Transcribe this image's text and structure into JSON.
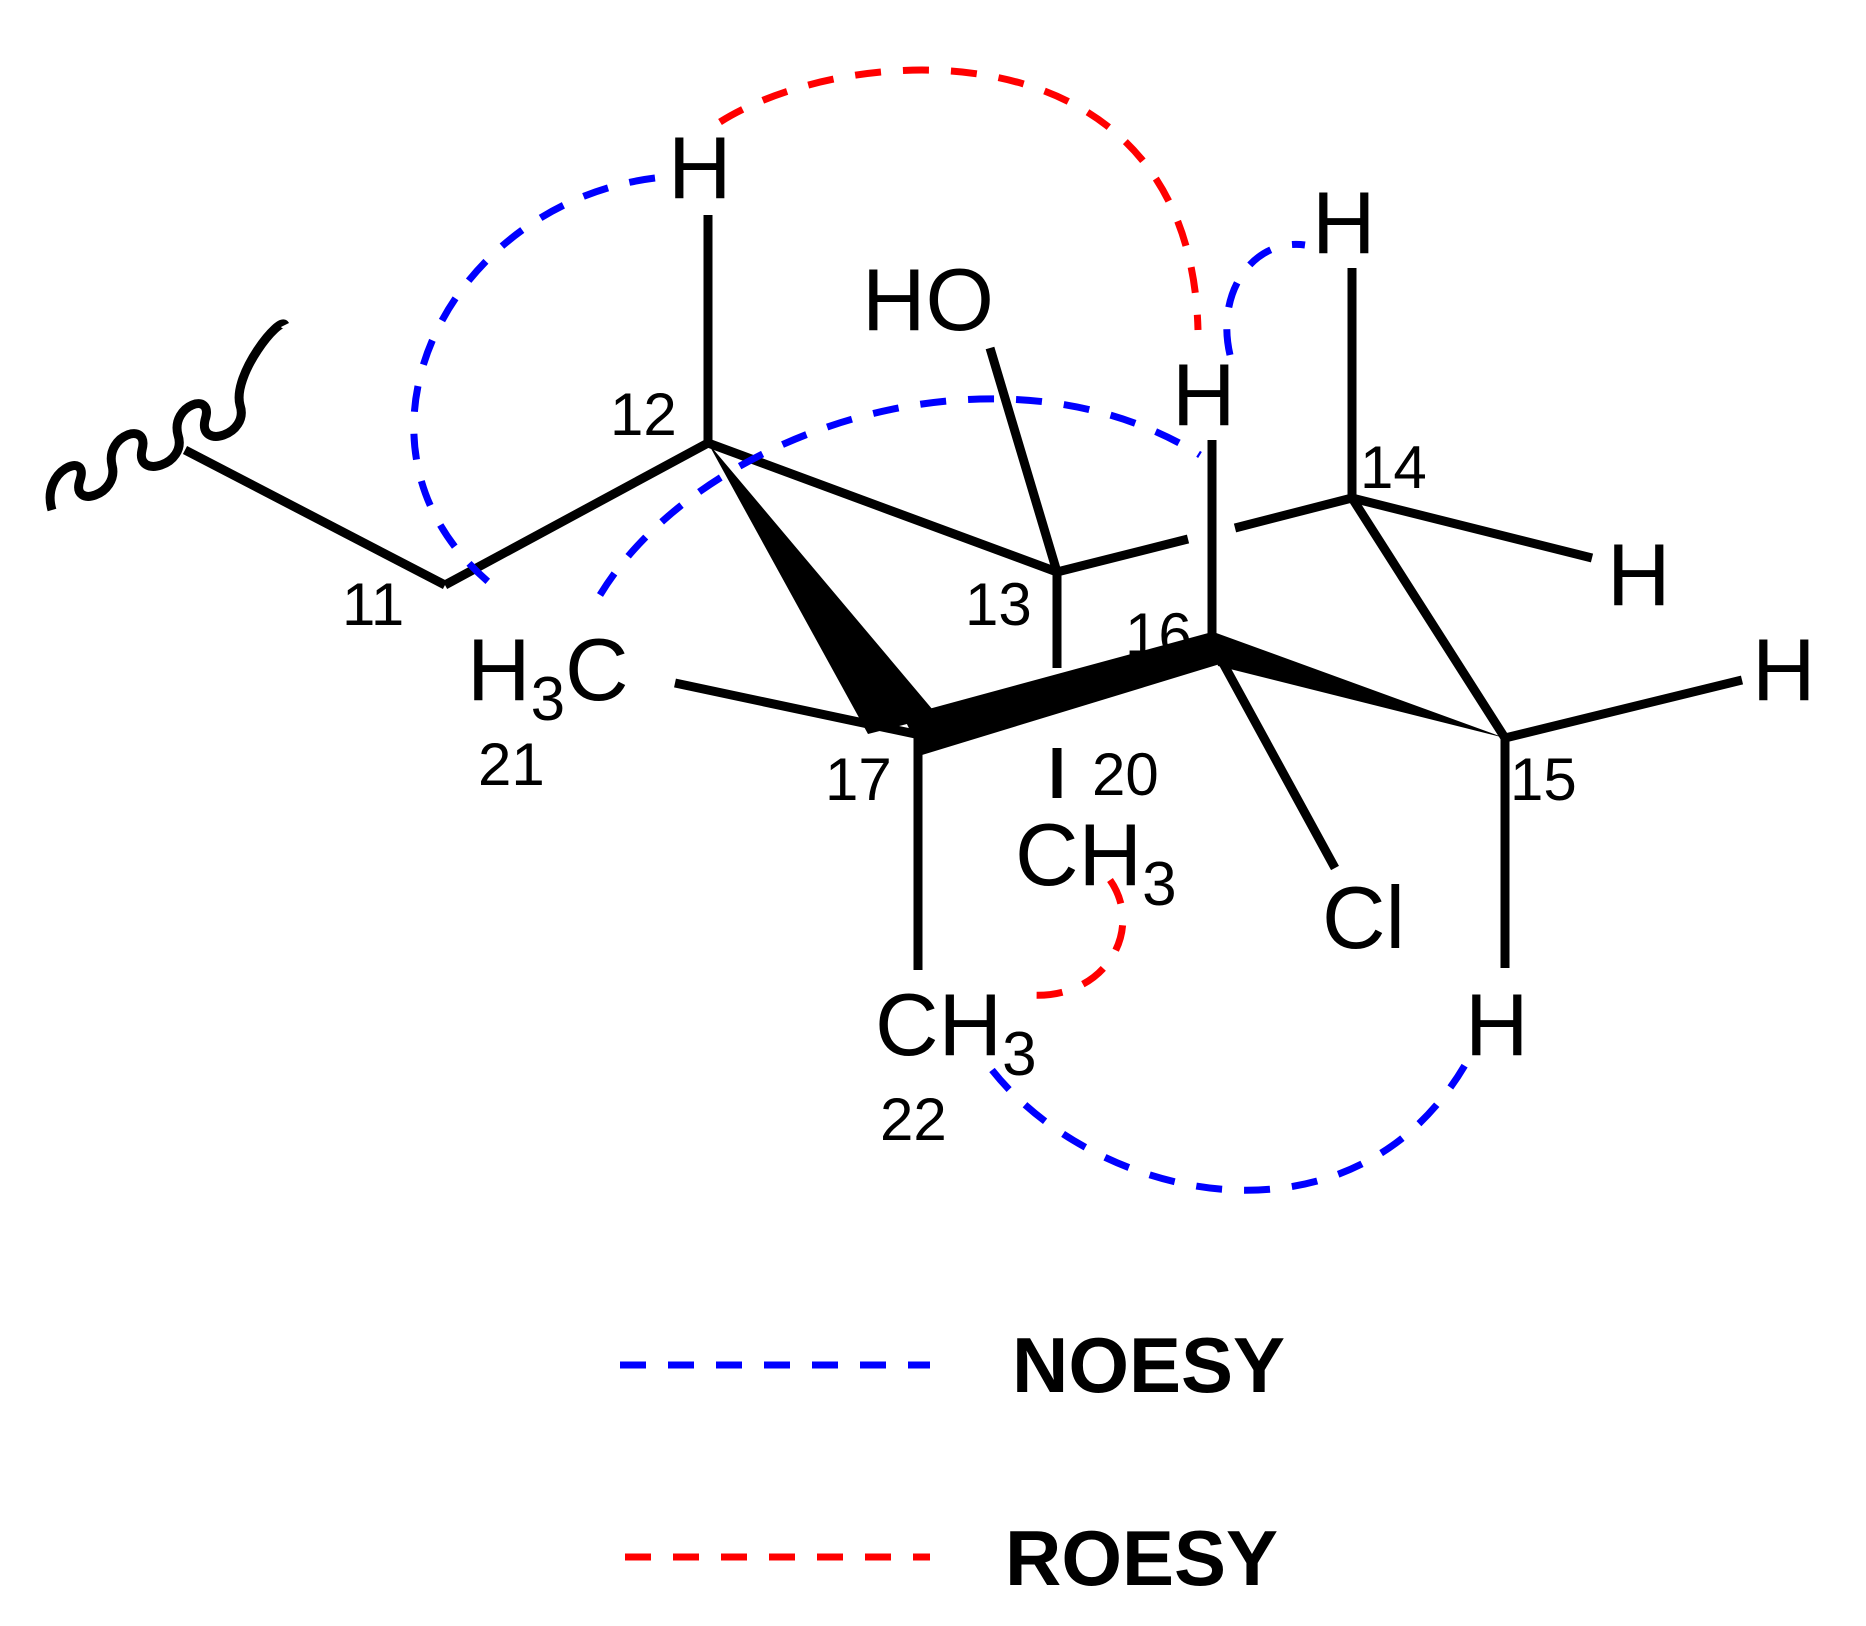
{
  "atoms": {
    "h_c12": "H",
    "h_c13_top": "H",
    "h_c13_mid": "H",
    "h_c14_right": "H",
    "h_c15_right": "H",
    "h_c15_bottom": "H",
    "oh": "HO",
    "cl": "Cl"
  },
  "groups": {
    "c21": {
      "h": "H",
      "sub": "3",
      "c": "C"
    },
    "c20": {
      "c": "CH",
      "sub": "3"
    },
    "c22": {
      "c": "CH",
      "sub": "3"
    }
  },
  "numbers": {
    "n11": "11",
    "n12": "12",
    "n13": "13",
    "n14": "14",
    "n15": "15",
    "n16": "16",
    "n17": "17",
    "n20": "20",
    "n21": "21",
    "n22": "22"
  },
  "legend": {
    "items": [
      {
        "label": "NOESY",
        "color": "#0000ff"
      },
      {
        "label": "ROESY",
        "color": "#ff0000"
      }
    ]
  },
  "colors": {
    "noesy": "#0000ff",
    "roesy": "#ff0000",
    "bond": "#000000"
  },
  "correlations": {
    "noesy": [
      "H-12 / H3-21",
      "H-12 / H-16",
      "H-16 / H-14",
      "H3-22 / H-15"
    ],
    "roesy": [
      "H-12 / H-16",
      "H3-20 / H3-22"
    ]
  }
}
